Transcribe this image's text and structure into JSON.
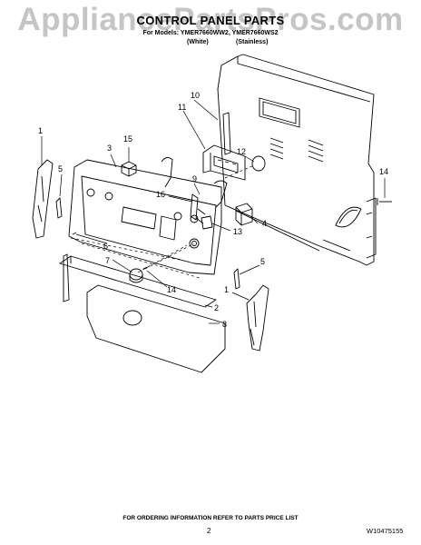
{
  "watermark": "AppliancePartsPros.com",
  "header": {
    "title": "CONTROL PANEL PARTS",
    "models_line": "For Models: YMER7660WW2, YMER7660WS2",
    "variant_white": "(White)",
    "variant_stainless": "(Stainless)"
  },
  "callouts": {
    "c1a": "1",
    "c1b": "1",
    "c2": "2",
    "c3": "3",
    "c4": "4",
    "c5a": "5",
    "c5b": "5",
    "c6": "6",
    "c7": "7",
    "c8": "8",
    "c9": "9",
    "c10": "10",
    "c11": "11",
    "c12": "12",
    "c13": "13",
    "c14a": "14",
    "c14b": "14",
    "c15": "15",
    "c16": "16"
  },
  "footer": {
    "ordering_note": "FOR ORDERING INFORMATION REFER TO PARTS PRICE LIST",
    "page_number": "2",
    "document_number": "W10475155"
  }
}
